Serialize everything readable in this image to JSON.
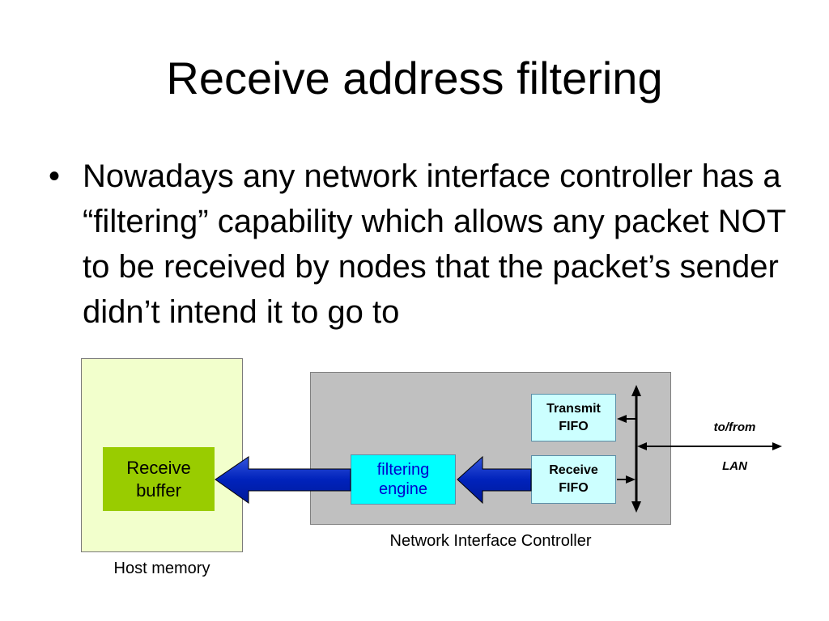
{
  "slide": {
    "title": "Receive address filtering",
    "bullet": "Nowadays any network interface controller has a “filtering” capability which allows any packet NOT to be received by nodes that the packet’s sender didn’t intend it to go to",
    "bullet_symbol": "•"
  },
  "diagram": {
    "host_memory_label": "Host memory",
    "receive_buffer": {
      "line1": "Receive",
      "line2": "buffer"
    },
    "nic_label": "Network Interface Controller",
    "filtering_engine": {
      "line1": "filtering",
      "line2": "engine"
    },
    "transmit_fifo": {
      "line1": "Transmit",
      "line2": "FIFO"
    },
    "receive_fifo": {
      "line1": "Receive",
      "line2": "FIFO"
    },
    "lan_label": {
      "line1": "to/from",
      "line2": "LAN"
    },
    "colors": {
      "host_memory_fill": "#f2ffcc",
      "receive_buffer_fill": "#99cc00",
      "nic_fill": "#c0c0c0",
      "filtering_engine_fill": "#00ffff",
      "fifo_fill": "#ccffff",
      "big_arrow_fill": "#0033cc"
    }
  }
}
